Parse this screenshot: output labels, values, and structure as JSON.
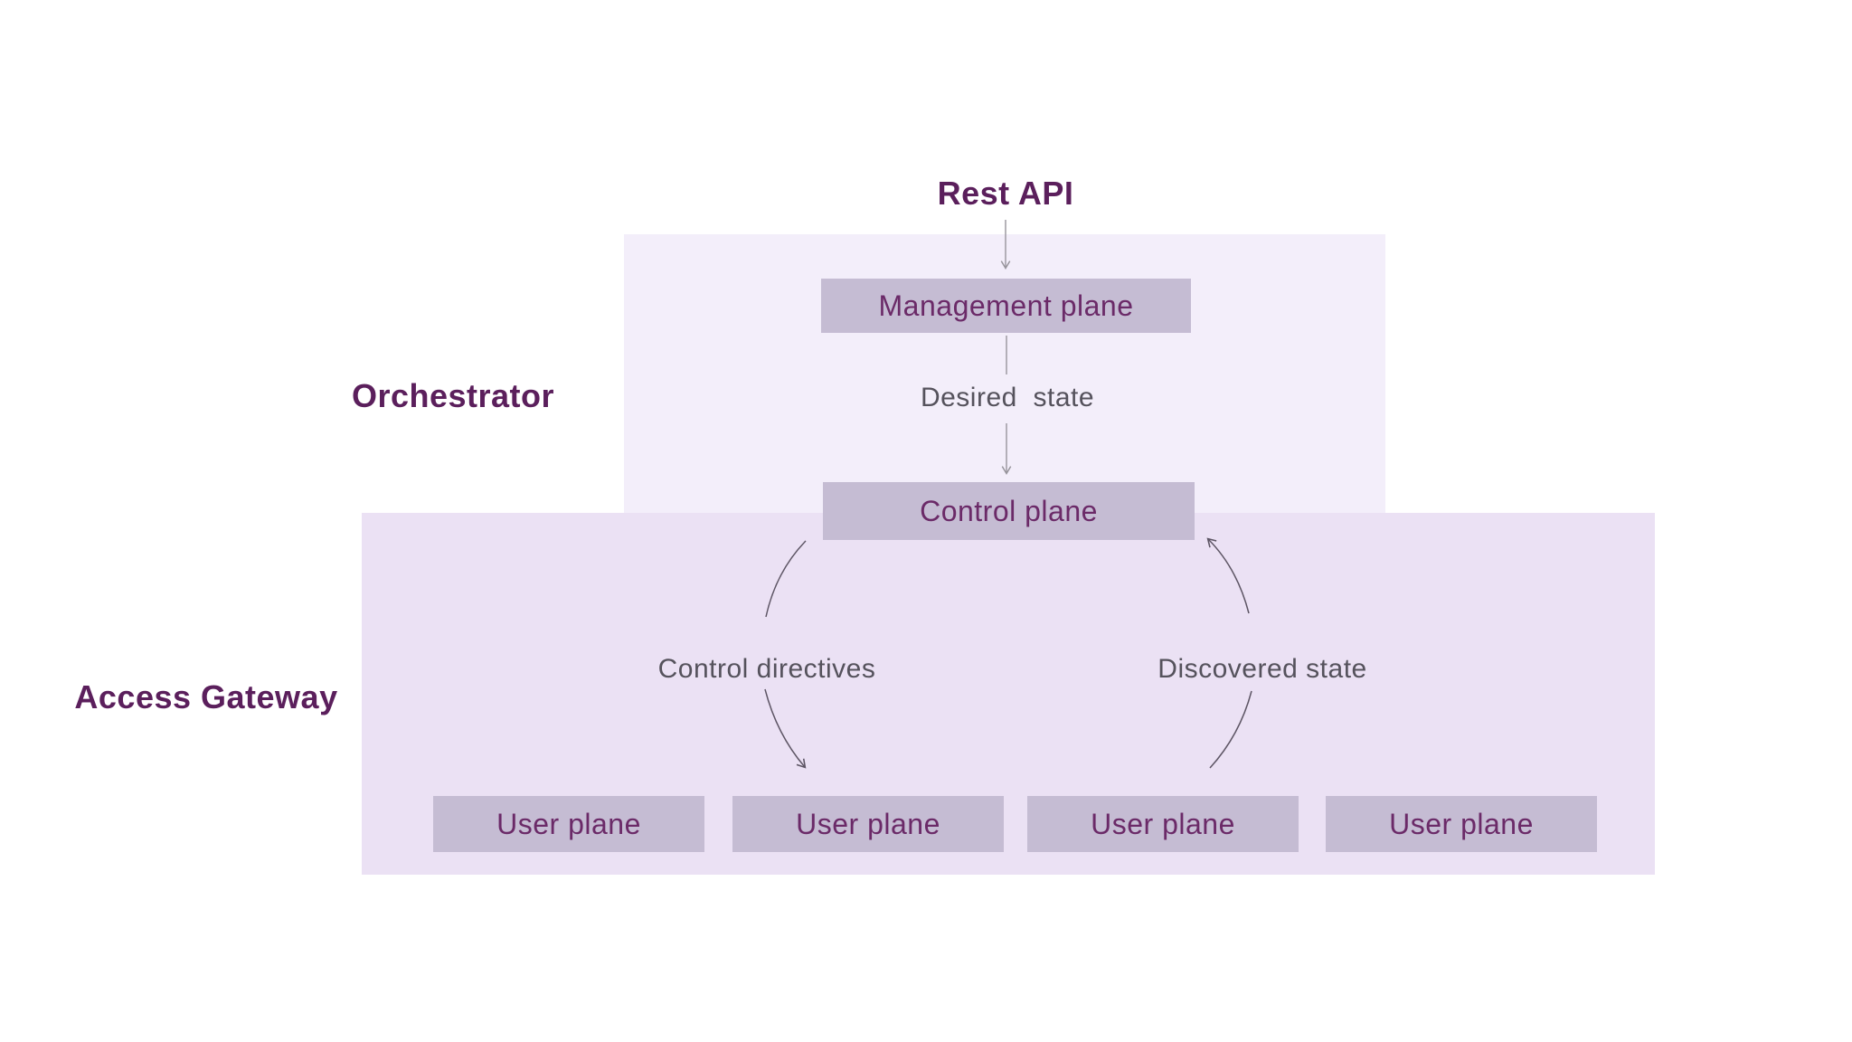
{
  "diagram": {
    "title": "Rest API",
    "sections": [
      {
        "label": "Orchestrator"
      },
      {
        "label": "Access Gateway"
      }
    ],
    "nodes": {
      "management_plane": "Management plane",
      "control_plane": "Control plane",
      "user_planes": [
        "User plane",
        "User plane",
        "User plane",
        "User plane"
      ]
    },
    "flows": {
      "desired_state": "Desired  state",
      "control_directives": "Control directives",
      "discovered_state": "Discovered state"
    },
    "colors": {
      "orchestrator_panel": "#f3eefa",
      "access_gateway_panel": "#ebe1f4",
      "node_fill": "#c5bcd3",
      "node_text": "#6b2a68",
      "heading_text": "#5b1f5c",
      "flow_text": "#55525c",
      "connector_line": "#97949b",
      "arc_line": "#5d5564",
      "background": "#ffffff"
    }
  }
}
